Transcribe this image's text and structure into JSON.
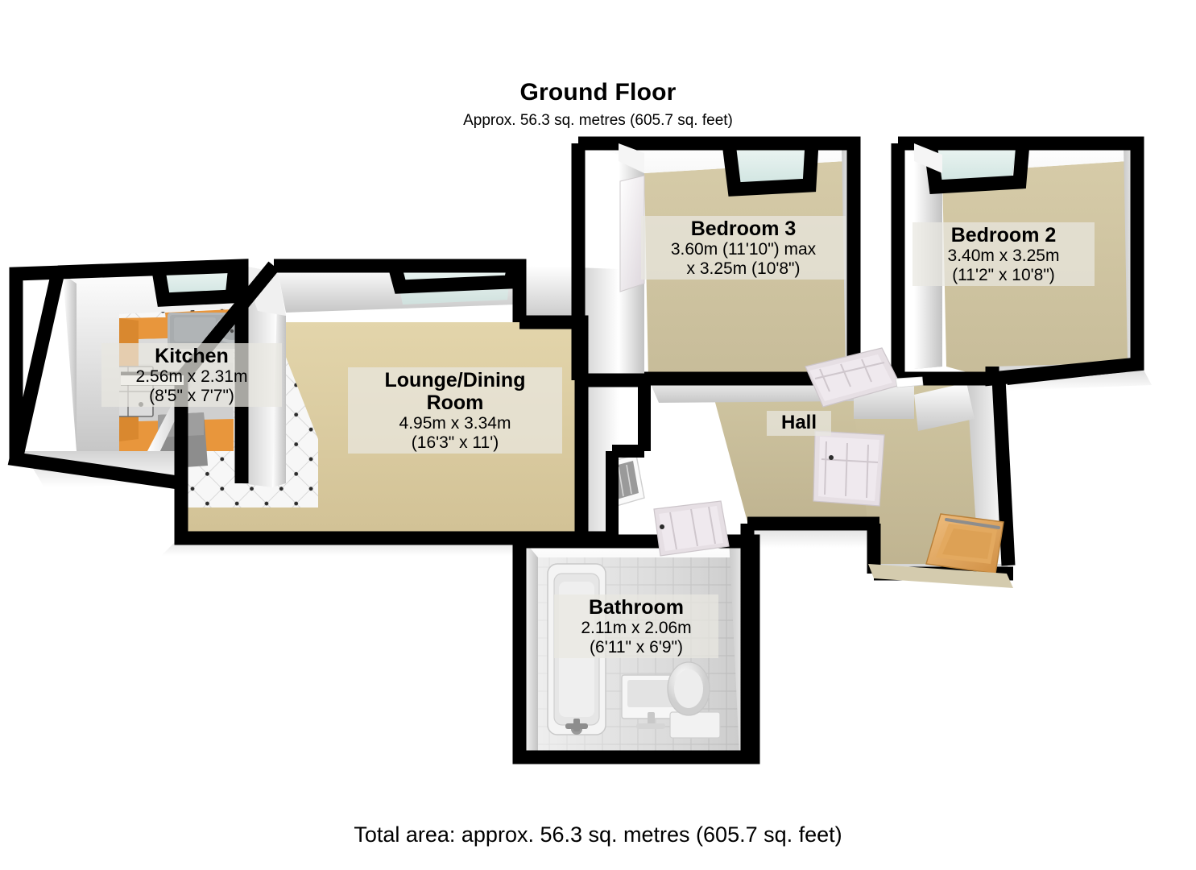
{
  "header": {
    "title": "Ground Floor",
    "subtitle": "Approx. 56.3 sq. metres (605.7 sq. feet)"
  },
  "footer": {
    "total_area": "Total area: approx. 56.3 sq. metres (605.7 sq. feet)"
  },
  "rooms": [
    {
      "id": "bedroom-3",
      "name": "Bedroom 3",
      "dim_line1": "3.60m (11'10\") max",
      "dim_line2": "x 3.25m (10'8\")",
      "floor_color": "#cfc5a2"
    },
    {
      "id": "bedroom-2",
      "name": "Bedroom 2",
      "dim_line1": "3.40m x 3.25m",
      "dim_line2": "(11'2\" x 10'8\")",
      "floor_color": "#d3c8a4"
    },
    {
      "id": "kitchen",
      "name": "Kitchen",
      "dim_line1": "2.56m x 2.31m",
      "dim_line2": "(8'5\" x 7'7\")",
      "floor_color": "#f2f2f2"
    },
    {
      "id": "lounge-dining-room",
      "name_line1": "Lounge/Dining",
      "name_line2": "Room",
      "name": "Lounge/Dining Room",
      "dim_line1": "4.95m x 3.34m",
      "dim_line2": "(16'3\" x 11')",
      "floor_color": "#d9caa0"
    },
    {
      "id": "bathroom",
      "name": "Bathroom",
      "dim_line1": "2.11m x 2.06m",
      "dim_line2": "(6'11\" x 6'9\")",
      "floor_color": "#d9d9d9"
    },
    {
      "id": "hall",
      "name": "Hall",
      "dim_line1": "",
      "dim_line2": "",
      "floor_color": "#c9bf9c"
    }
  ],
  "fixtures": {
    "kitchen": [
      "sink",
      "hob",
      "worktop-counter"
    ],
    "bathroom": [
      "bathtub",
      "wash-basin",
      "toilet"
    ],
    "lounge": [
      "radiator"
    ],
    "hall": [
      "front-door",
      "internal-door",
      "internal-door",
      "internal-door"
    ]
  },
  "palette": {
    "wall_outline": "#000000",
    "wall_face_light": "#ffffff",
    "wall_face_shade": "#b9b9b9",
    "window_glass": "#dcece9",
    "carpet_bedroom": "#cfc5a2",
    "carpet_lounge": "#d9caa0",
    "tile_kitchen": "#f4f4f4",
    "tile_bathroom": "#d8d8d8",
    "counter_wood": "#e8963c",
    "door_wood": "#e0a862",
    "door_white": "#ece8ea",
    "label_bg": "#e9e7e0"
  }
}
